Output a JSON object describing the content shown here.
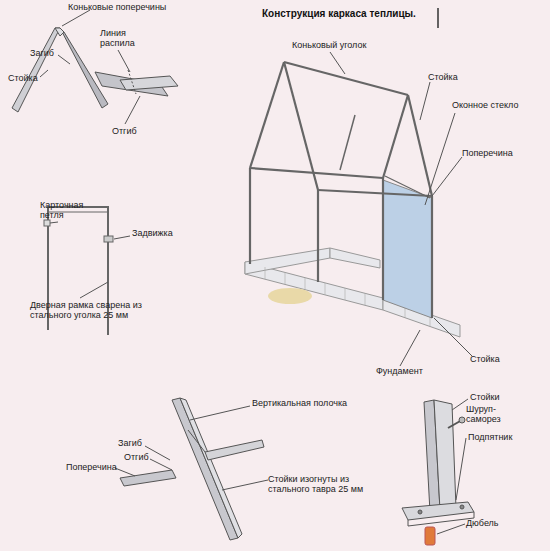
{
  "diagram": {
    "title": "Конструкция каркаса теплицы.",
    "labels": [
      "Коньковые поперечины",
      "Загиб",
      "Линия распила",
      "Стойка",
      "Отгиб",
      "Карточная петля",
      "Задвижка",
      "Дверная рамка сварена из стального уголка 25 мм",
      "Коньковый уголок",
      "Стойка",
      "Оконное стекло",
      "Поперечина",
      "Стойка",
      "Фундамент",
      "Вертикальная полочка",
      "Загиб",
      "Отгиб",
      "Поперечина",
      "Стойки изогнуты из стального тавра 25 мм",
      "Стойки",
      "Шуруп-саморез",
      "Подпятник",
      "Дюбель"
    ]
  }
}
